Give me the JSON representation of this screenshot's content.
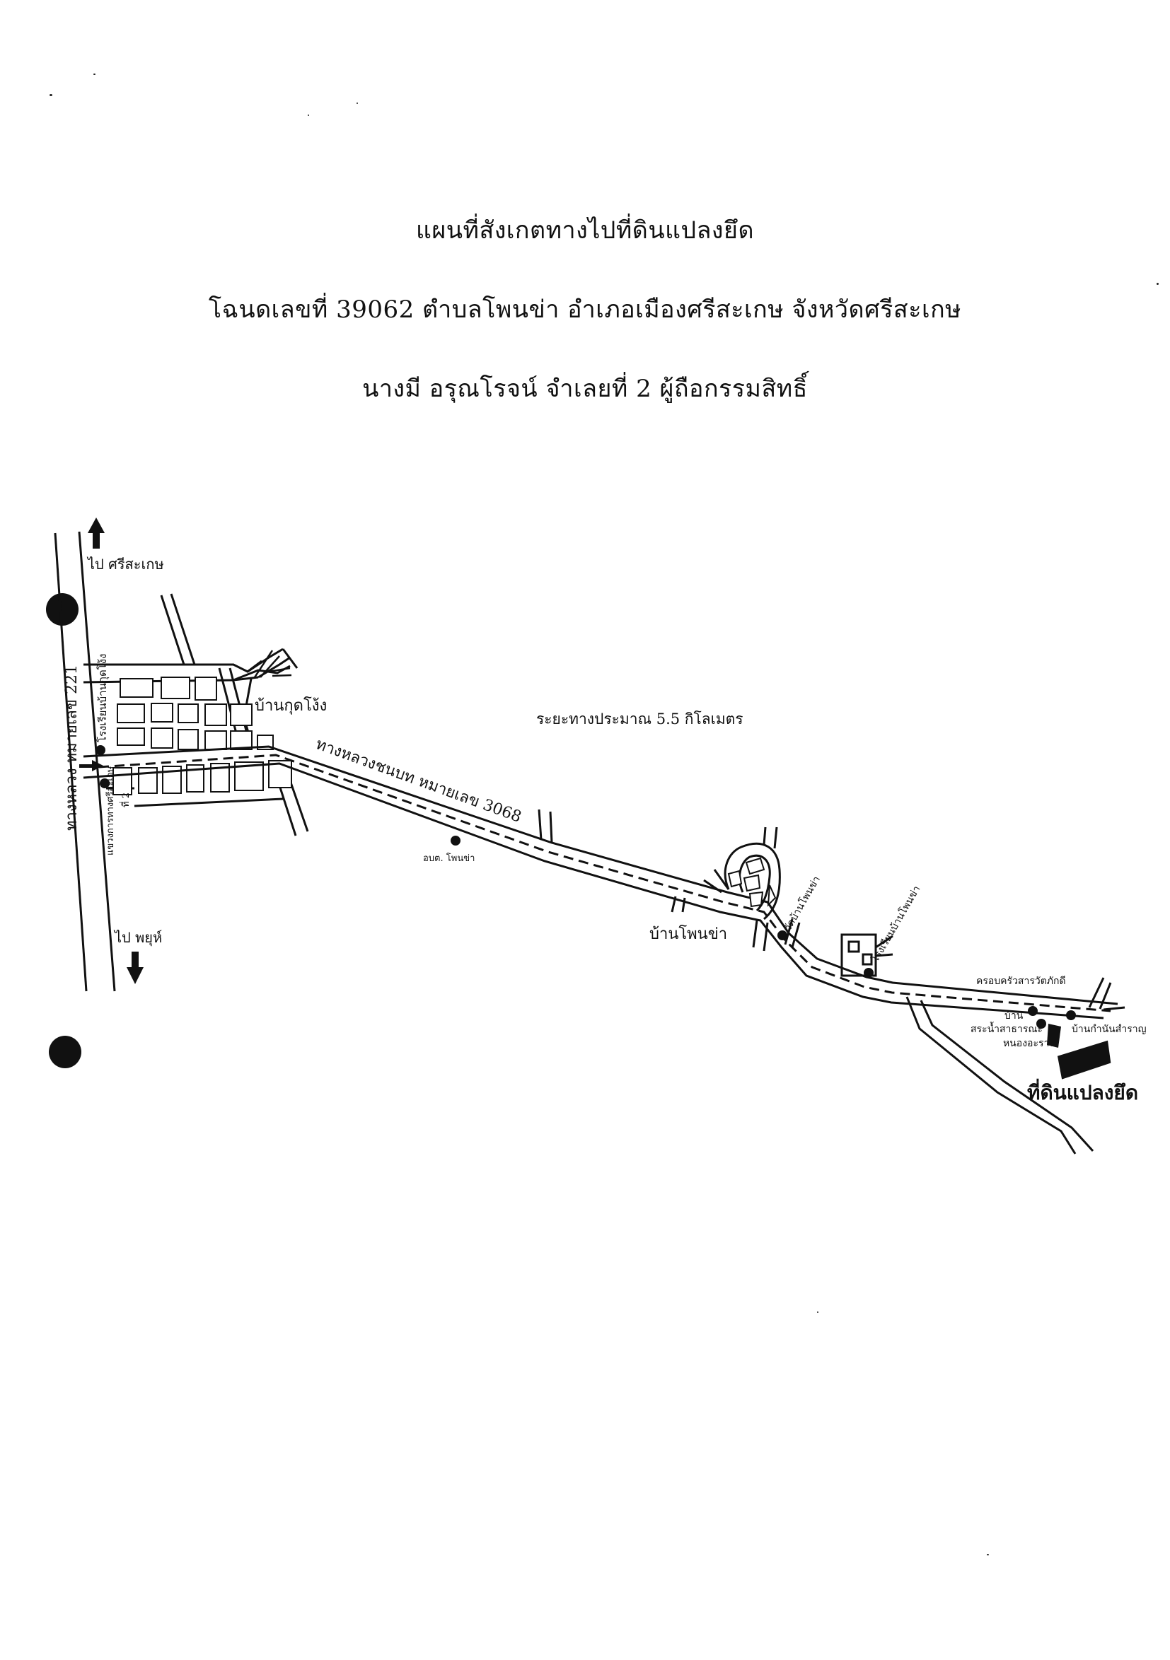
{
  "header": {
    "line1": "แผนที่สังเกตทางไปที่ดินแปลงยึด",
    "line2": "โฉนดเลขที่ 39062 ตำบลโพนข่า อำเภอเมืองศรีสะเกษ  จังหวัดศรีสะเกษ",
    "line3": "นางมี  อรุณโรจน์ จำเลยที่ 2   ผู้ถือกรรมสิทธิ์"
  },
  "map": {
    "highway_label": "ทางหลวง หมายเลข  221",
    "to_north": "ไป ศรีสะเกษ",
    "to_south": "ไป พยุห์",
    "village_kudchong": "บ้านกุดโง้ง",
    "school_kudchong": "โรงเรียนบ้านกุดโง้ง",
    "junction_label_a": "แขวงการทางศรีสะเกษ",
    "junction_label_b": "ที่ 2",
    "distance": "ระยะทางประมาณ 5.5 กิโลเมตร",
    "rural_road": "ทางหลวงชนบท หมายเลข  3068",
    "tao_office": "อบต. โพนข่า",
    "village_phonkha": "บ้านโพนข่า",
    "temple_phonkha": "วัดบ้านโพนข่า",
    "school_phonkha": "โรงเรียนบ้านโพนข่า",
    "family_house": "ครอบครัวสารวัตภักดี",
    "village_label": "บ้าน",
    "pond_label": "สระน้ำสาธารณะ",
    "pond_name": "หนองอะราง",
    "chief_house": "บ้านกำนันสำราญ",
    "target": "ที่ดินแปลงยึด",
    "road_color": "#111111"
  }
}
